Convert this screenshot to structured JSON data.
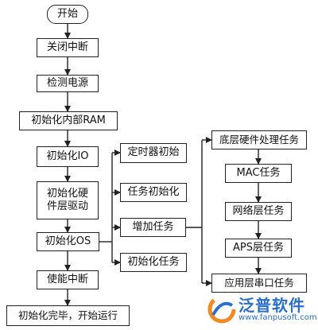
{
  "nodes": {
    "start": "开始",
    "close_int": "关闭中断",
    "detect_power": "检测电源",
    "init_ram": "初始化内部RAM",
    "init_io": "初始化IO",
    "init_hw_1": "初始化硬",
    "init_hw_2": "件层驱动",
    "init_os": "初始化OS",
    "enable_int": "使能中断",
    "done": "初始化完毕，开始运行",
    "timer_init": "定时器初始",
    "task_init": "任务初始化",
    "add_task": "增加任务",
    "init_task": "初始化任务",
    "hw_task": "底层硬件处理任务",
    "mac_task": "MAC任务",
    "net_task": "网络层任务",
    "aps_task": "APS层任务",
    "app_uart_task": "应用层串口任务"
  },
  "watermark": {
    "name": "泛普软件",
    "url": "www.fanpusoft.com"
  }
}
